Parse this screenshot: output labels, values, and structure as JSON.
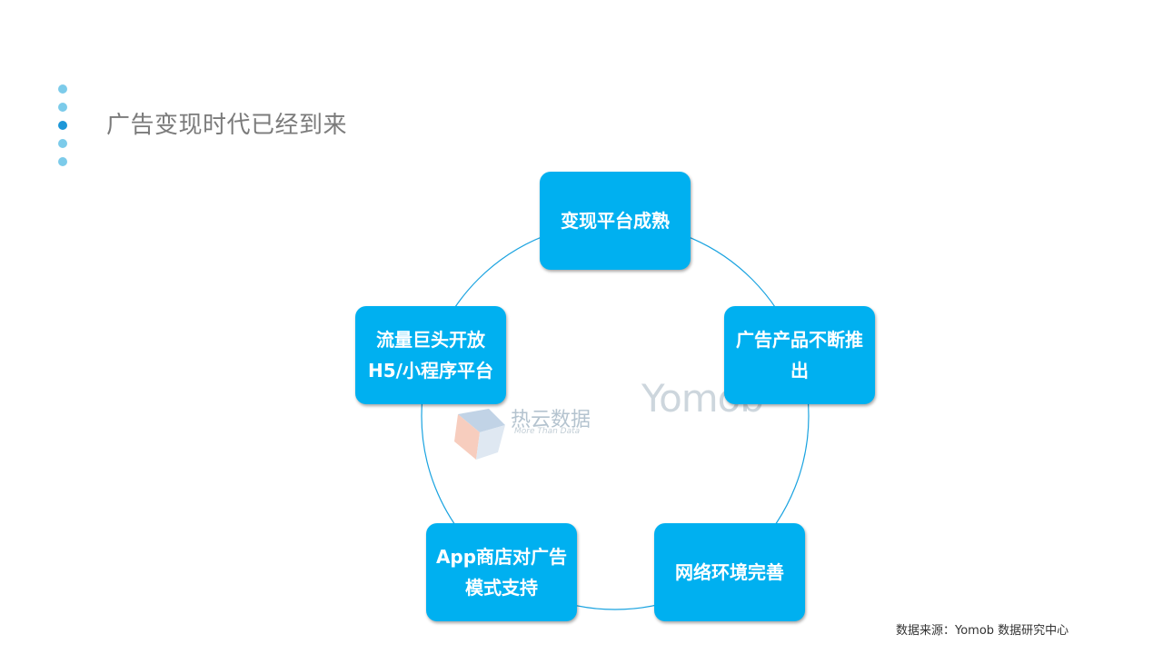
{
  "title": "广告变现时代已经到来",
  "nav_dots": [
    false,
    false,
    true,
    false,
    false
  ],
  "nodes": [
    {
      "id": "top",
      "text": "变现平台成熟"
    },
    {
      "id": "right",
      "text": "广告产品不断推出"
    },
    {
      "id": "bottom-right",
      "text": "网络环境完善"
    },
    {
      "id": "bottom-left",
      "text": "App商店对广告模式支持"
    },
    {
      "id": "left",
      "text": "流量巨头开放H5/小程序平台"
    }
  ],
  "watermarks": {
    "reyun_name": "热云数据",
    "reyun_tagline": "More Than Data",
    "yomob": "Yomob"
  },
  "source": "数据来源：Yomob 数据研究中心",
  "colors": {
    "node": "#00b0f0",
    "ring": "#1aa3e0",
    "title": "#7b7b7b"
  }
}
